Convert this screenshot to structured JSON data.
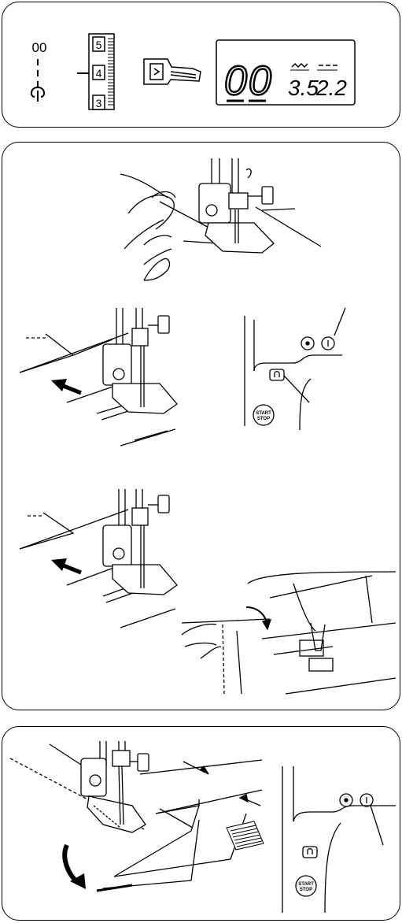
{
  "pattern_panel": {
    "pattern_number": "00",
    "dial_numbers": [
      "5",
      "4",
      "3"
    ],
    "lcd": {
      "pattern_number": "00",
      "stitch_width": "3.5",
      "stitch_length": "2.2"
    }
  },
  "control_panel": {
    "start_stop_label_line1": "START",
    "start_stop_label_line2": "STOP"
  },
  "icons": [
    "straight-stitch-pattern-icon",
    "needle-position-dial-icon",
    "presser-foot-icon",
    "lcd-display",
    "reverse-button-icon",
    "start-stop-button",
    "needle-up-down-button-icon",
    "curved-arrow-icon"
  ]
}
